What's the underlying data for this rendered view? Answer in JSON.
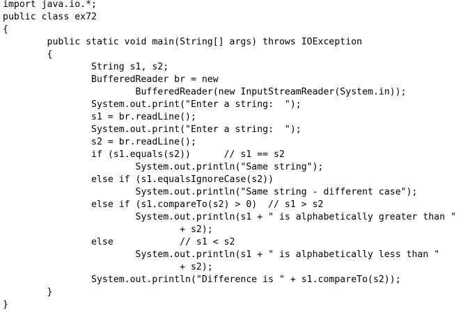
{
  "code": {
    "lines": [
      "import java.io.*;",
      "public class ex72",
      "{",
      "        public static void main(String[] args) throws IOException",
      "        {",
      "                String s1, s2;",
      "                BufferedReader br = new",
      "                        BufferedReader(new InputStreamReader(System.in));",
      "                System.out.print(\"Enter a string:  \");",
      "                s1 = br.readLine();",
      "                System.out.print(\"Enter a string:  \");",
      "                s2 = br.readLine();",
      "                if (s1.equals(s2))      // s1 == s2",
      "                        System.out.println(\"Same string\");",
      "                else if (s1.equalsIgnoreCase(s2))",
      "                        System.out.println(\"Same string - different case\");",
      "                else if (s1.compareTo(s2) > 0)  // s1 > s2",
      "                        System.out.println(s1 + \" is alphabetically greater than \"",
      "                                + s2);",
      "                else            // s1 < s2",
      "                        System.out.println(s1 + \" is alphabetically less than \"",
      "                                + s2);",
      "                System.out.println(\"Difference is \" + s1.compareTo(s2));",
      "        }",
      "}"
    ]
  }
}
